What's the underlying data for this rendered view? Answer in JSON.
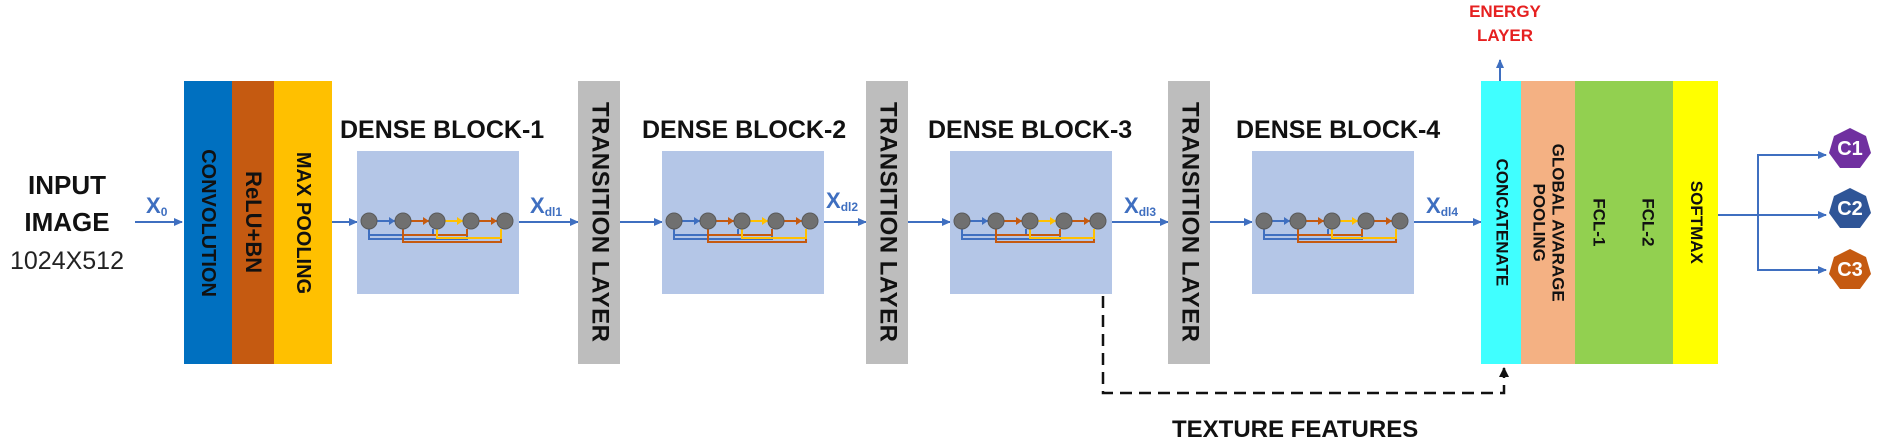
{
  "input": {
    "title_line1": "INPUT",
    "title_line2": "IMAGE",
    "size": "1024X512"
  },
  "front_layers": {
    "convolution": "CONVOLUTION",
    "relu_bn": "ReLU+BN",
    "max_pooling": "MAX POOLING"
  },
  "dense_blocks": [
    {
      "title": "DENSE BLOCK-1"
    },
    {
      "title": "DENSE BLOCK-2"
    },
    {
      "title": "DENSE BLOCK-3"
    },
    {
      "title": "DENSE BLOCK-4"
    }
  ],
  "transition_label": "TRANSITION LAYER",
  "signals": {
    "x0": {
      "main": "X",
      "sub": "0"
    },
    "xdl1": {
      "main": "X",
      "sub": "dl1"
    },
    "xdl2": {
      "main": "X",
      "sub": "dl2"
    },
    "xdl3": {
      "main": "X",
      "sub": "dl3"
    },
    "xdl4": {
      "main": "X",
      "sub": "dl4"
    }
  },
  "energy_layer": {
    "line1": "ENERGY",
    "line2": "LAYER"
  },
  "back_layers": {
    "concatenate": "CONCATENATE",
    "global_pooling_line1": "GLOBAL AVARAGE",
    "global_pooling_line2": "POOLING",
    "fcl1": "FCL-1",
    "fcl2": "FCL-2",
    "softmax": "SOFTMAX"
  },
  "texture_features": "TEXTURE FEATURES",
  "classes": [
    {
      "label": "C1",
      "color": "#7030a0"
    },
    {
      "label": "C2",
      "color": "#2f5597"
    },
    {
      "label": "C3",
      "color": "#c55a11"
    }
  ],
  "colors": {
    "convolution": "#0070c0",
    "relu_bn": "#c55a11",
    "max_pooling": "#ffc000",
    "transition": "#bdbdbd",
    "dense_block": "#b4c6e7",
    "concatenate": "#40ffff",
    "global_pooling": "#f4b183",
    "fcl": "#92d050",
    "softmax": "#ffff00",
    "arrow": "#3f6fc0",
    "energy": "#e62020"
  }
}
